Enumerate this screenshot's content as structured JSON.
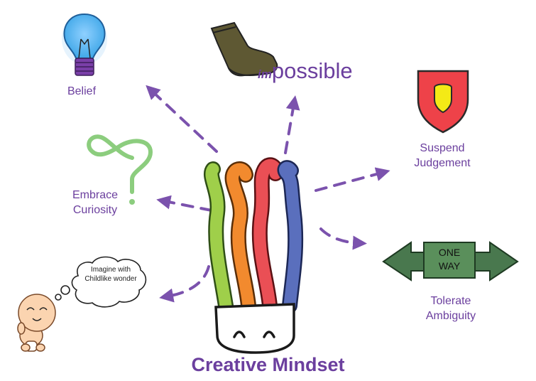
{
  "title": "Creative Mindset",
  "nodes": {
    "belief": "Belief",
    "impossible_prefix": "im",
    "impossible_rest": "possible",
    "suspend_line1": "Suspend",
    "suspend_line2": "Judgement",
    "curiosity_line1": "Embrace",
    "curiosity_line2": "Curiosity",
    "ambiguity_line1": "Tolerate",
    "ambiguity_line2": "Ambiguity",
    "bubble_line1": "Imagine with",
    "bubble_line2": "Childlike wonder"
  },
  "sign": {
    "line1": "ONE",
    "line2": "WAY"
  },
  "colors": {
    "text_purple": "#6b3f9e",
    "arrow_purple": "#7b52ad",
    "stream_green": "#9fcf4a",
    "stream_orange": "#f28a2e",
    "stream_red": "#ea4f55",
    "stream_blue": "#5a6fbd",
    "bulb_blue": "#3fa7e8",
    "shield_red": "#ee4249",
    "shield_yellow": "#f4ea16",
    "question_green": "#8ccd7e",
    "arrow_sign_green": "#49784e",
    "boot_olive": "#5e5833"
  },
  "icons": [
    "lightbulb-icon",
    "boot-icon",
    "shield-icon",
    "question-mark-icon",
    "double-arrow-sign-icon",
    "baby-icon",
    "thought-bubble-icon",
    "head-icon"
  ]
}
